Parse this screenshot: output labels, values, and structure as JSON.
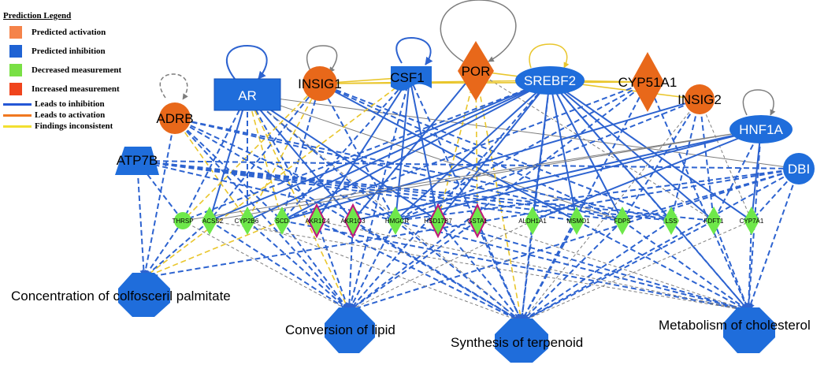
{
  "legend": {
    "title": "Prediction Legend",
    "items": [
      {
        "label": "Predicted activation",
        "color": "#f5834a"
      },
      {
        "label": "Predicted inhibition",
        "color": "#1f63d4"
      },
      {
        "label": "Decreased measurement",
        "color": "#79e045"
      },
      {
        "label": "Increased measurement",
        "color": "#f0441c"
      }
    ],
    "edges": [
      {
        "label": "Leads to inhibition",
        "color": "#2457d6"
      },
      {
        "label": "Leads to activation",
        "color": "#f07820"
      },
      {
        "label": "Findings inconsistent",
        "color": "#f2e030"
      }
    ]
  },
  "colors": {
    "activation": "#e8681a",
    "inhibition": "#1f6ddb",
    "decreased": "#6ee84a",
    "highlight": "#c0187a",
    "edge_inhibition": "#2d63d0",
    "edge_inconsistent": "#e9c62c",
    "edge_neutral": "#7d7d7d"
  },
  "regulators": {
    "ar": "AR",
    "insig1": "INSIG1",
    "csf1": "CSF1",
    "por": "POR",
    "srebf2": "SREBF2",
    "cyp51a1": "CYP51A1",
    "insig2": "INSIG2",
    "adrb": "ADRB",
    "hnf1a": "HNF1A",
    "atp7b": "ATP7B",
    "dbi": "DBI"
  },
  "genes": {
    "thrsp": "THRSP",
    "acss2": "ACSS2",
    "cyp2b6": "CYP2B6",
    "scd": "SCD",
    "akr1c4": "AKR1C4",
    "akr1c3": "AKR1C3",
    "hmgcr": "HMGCR",
    "hsd17b7": "HSD17B7",
    "gsta1": "GSTA1",
    "aldh1a1": "ALDH1A1",
    "msmo1": "MSMO1",
    "fdps": "FDPS",
    "lss": "LSS",
    "fdft1": "FDFT1",
    "cyp7a1": "CYP7A1"
  },
  "functions": {
    "colfosceril": "Concentration of colfosceril palmitate",
    "lipid": "Conversion of lipid",
    "terpenoid": "Synthesis of terpenoid",
    "cholesterol": "Metabolism of cholesterol"
  }
}
